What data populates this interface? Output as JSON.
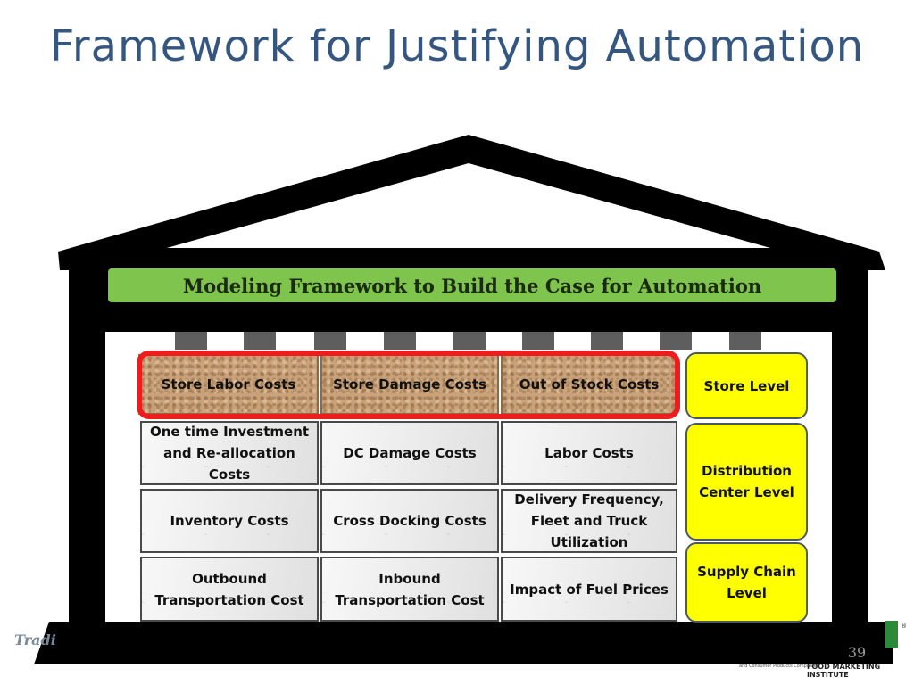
{
  "slide": {
    "title": "Framework for Justifying Automation",
    "page_number": "39"
  },
  "banner": {
    "text": "Modeling Framework to  Build the Case for Automation",
    "color": "#7fc44d"
  },
  "grid": {
    "rows": [
      [
        "Store Labor Costs",
        "Store Damage Costs",
        "Out of Stock Costs"
      ],
      [
        "One time Investment and Re-allocation Costs",
        "DC  Damage Costs",
        "Labor Costs"
      ],
      [
        "Inventory Costs",
        "Cross Docking Costs",
        "Delivery Frequency, Fleet and Truck Utilization"
      ],
      [
        "Outbound Transportation Cost",
        "Inbound Transportation Cost",
        "Impact of Fuel Prices"
      ]
    ],
    "highlight_color": "#ee1c1c"
  },
  "levels": [
    {
      "label": "Store Level"
    },
    {
      "label": "Distribution Center Level"
    },
    {
      "label": "Supply Chain Level"
    }
  ],
  "level_color": "#ffff00",
  "logos": {
    "left_text": "Tradi",
    "right_text": "FOOD MARKETING INSTITUTE",
    "right_subtext": "and Consumer Products Companies",
    "registered_mark": "®"
  }
}
